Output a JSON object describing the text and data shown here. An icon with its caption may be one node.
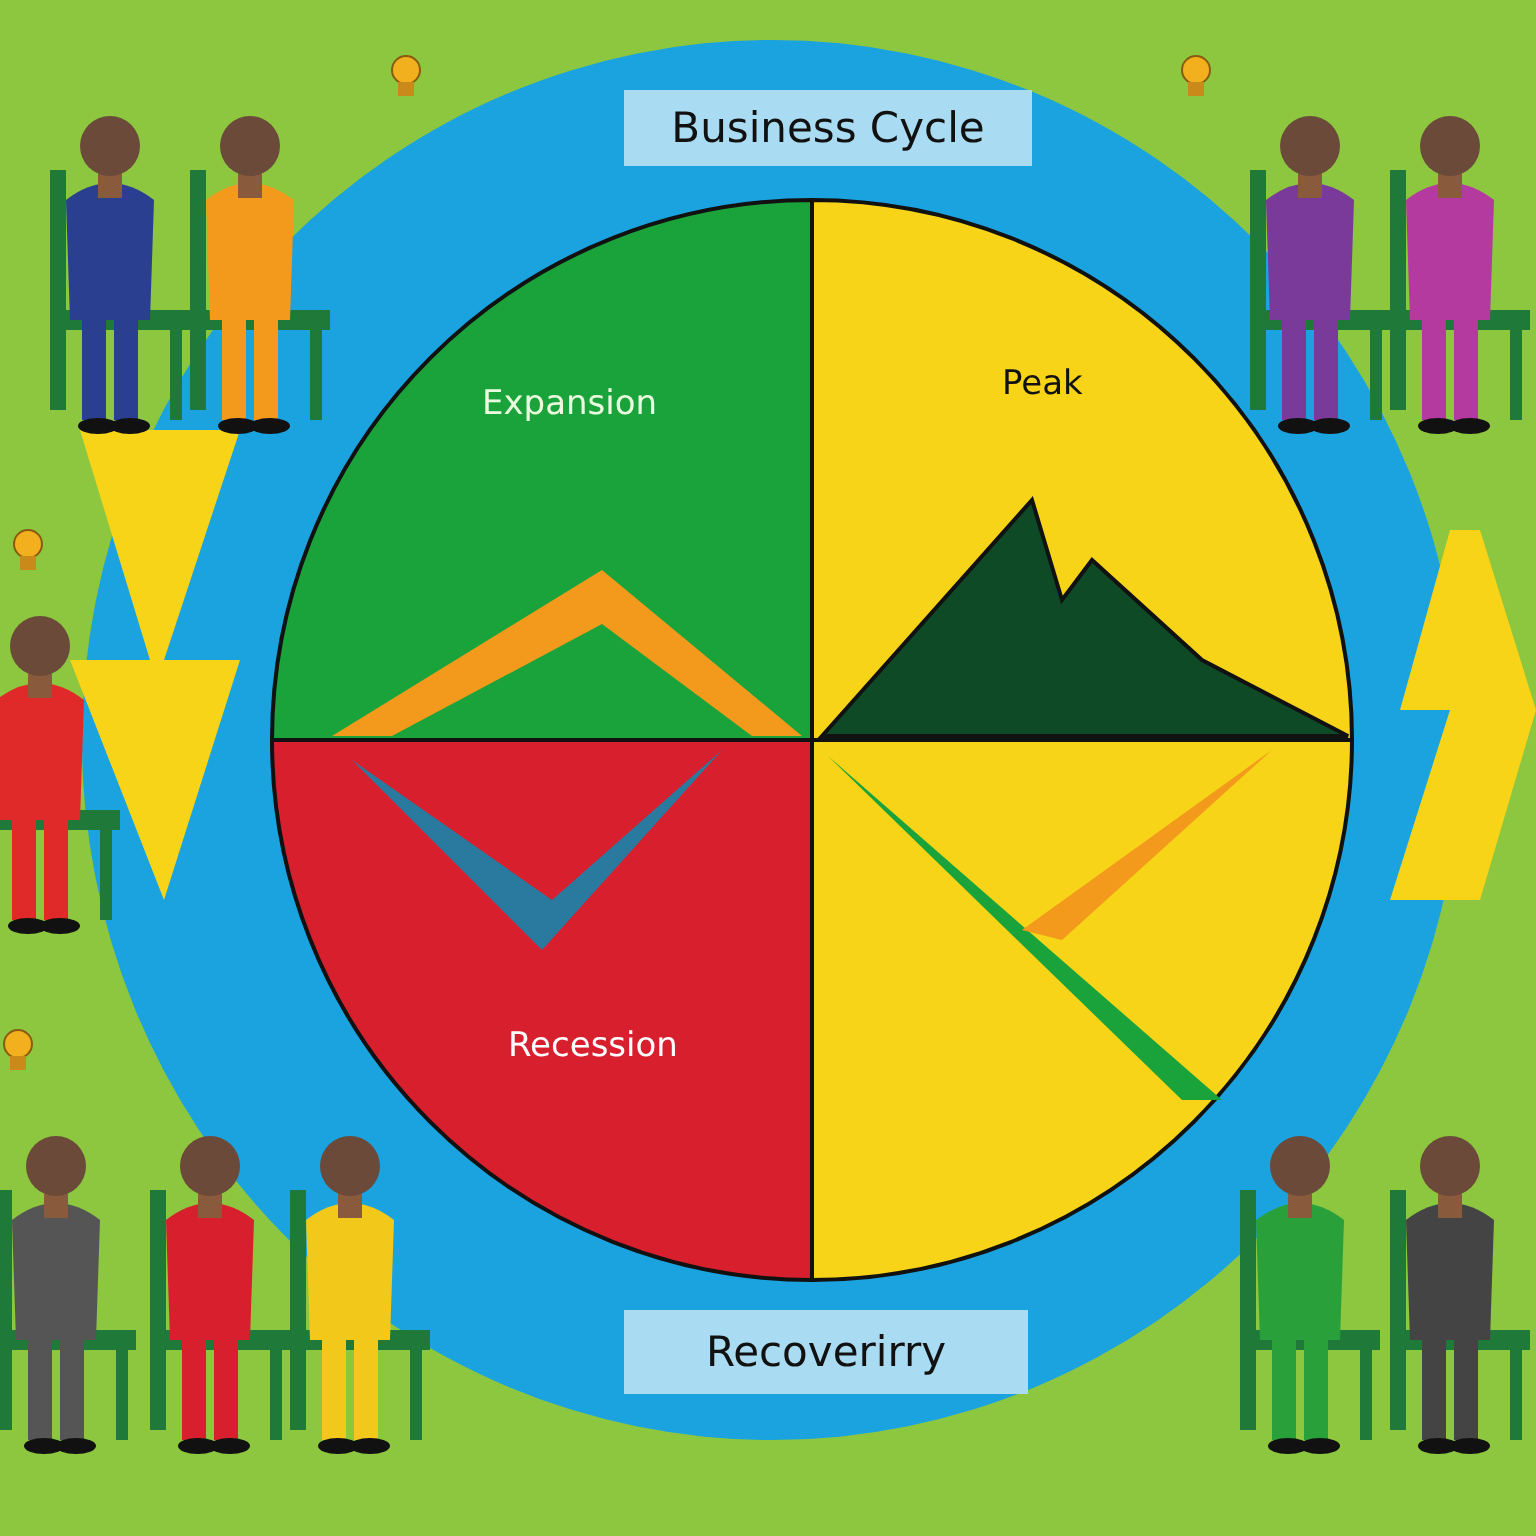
{
  "diagram": {
    "nodes": [
      {
        "text": [
          "Business Cycle"
        ]
      },
      {
        "text": [
          "Expansion"
        ]
      },
      {
        "text": [
          "Peak"
        ]
      },
      {
        "text": [
          "Recession"
        ]
      },
      {
        "text": [],
        "shape": "wedge"
      },
      {
        "text": [
          "Recoverirry"
        ]
      }
    ]
  }
}
